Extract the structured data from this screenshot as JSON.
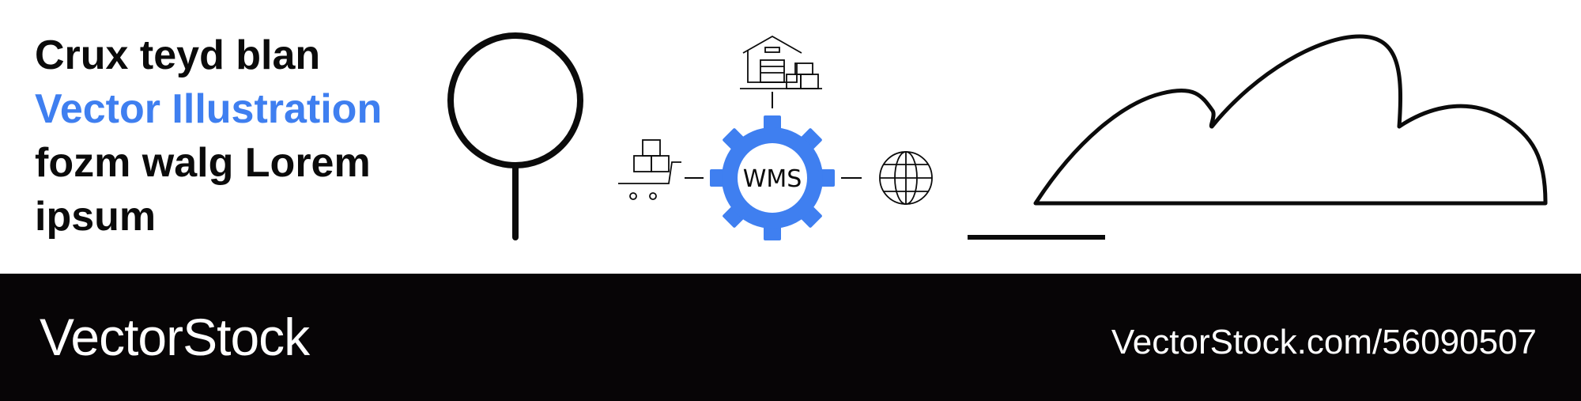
{
  "headline": {
    "line1": "Crux teyd blan",
    "line2": "Vector Illustration",
    "line3": "fozm walg Lorem",
    "line4": "ipsum"
  },
  "diagram": {
    "center_label": "WMS",
    "icons": [
      "warehouse-icon",
      "hand-truck-boxes-icon",
      "globe-icon",
      "gear-icon"
    ]
  },
  "footer": {
    "brand": "VectorStock",
    "url": "VectorStock.com/56090507"
  },
  "colors": {
    "accent": "#3f7ff0",
    "text": "#0b0b0b",
    "footer_bg": "#070506",
    "footer_text": "#ffffff"
  }
}
